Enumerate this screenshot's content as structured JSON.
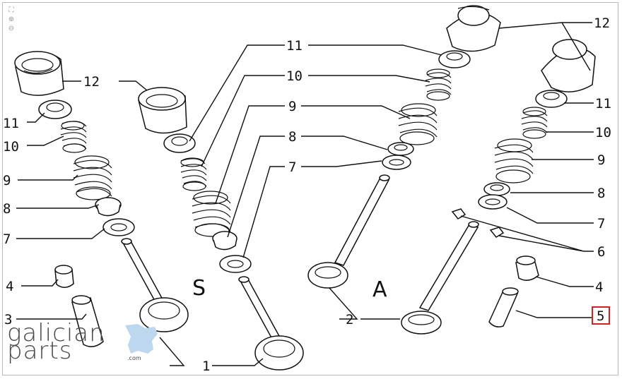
{
  "toolbar": {
    "fit_icon": "expand-icon",
    "zoom_in_icon": "zoom-in-icon",
    "zoom_out_icon": "zoom-out-icon"
  },
  "labels": {
    "n1": "1",
    "n2": "2",
    "n3": "3",
    "n4_left": "4",
    "n4_right": "4",
    "n5": "5",
    "n6": "6",
    "n7_left": "7",
    "n7_mid": "7",
    "n7_right": "7",
    "n8_left": "8",
    "n8_mid": "8",
    "n8_right": "8",
    "n9_left": "9",
    "n9_mid": "9",
    "n9_right": "9",
    "n10_left": "10",
    "n10_mid": "10",
    "n10_right": "10",
    "n11_left": "11",
    "n11_mid": "11",
    "n11_right": "11",
    "n12_left": "12",
    "n12_right": "12"
  },
  "group_letters": {
    "s": "S",
    "a": "A"
  },
  "highlight": {
    "selected_label": "5",
    "color": "#d32020"
  },
  "brand": {
    "line1": "galician",
    "line2": "parts",
    "domain": ".com",
    "accent": "#bcd7ee",
    "text_color": "#4a4a4a"
  }
}
